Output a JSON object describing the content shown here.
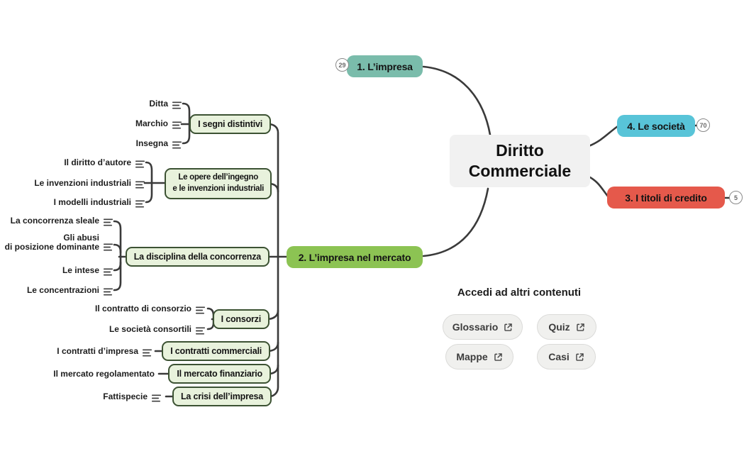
{
  "colors": {
    "node_impresa": "#7abcab",
    "node_mercato": "#8cc353",
    "node_titoli": "#e5594b",
    "node_societa": "#58c4d8",
    "branch_fill": "#e8f2dc",
    "branch_border": "#3c5233",
    "root_fill": "#f1f1f1",
    "connector": "#3a3a3a"
  },
  "root": {
    "label": "Diritto Commerciale"
  },
  "nodes": {
    "impresa": {
      "label": "1. L’impresa",
      "badge": "29"
    },
    "mercato": {
      "label": "2. L’impresa nel mercato"
    },
    "titoli": {
      "label": "3. I titoli di credito",
      "badge": "5"
    },
    "societa": {
      "label": "4. Le società",
      "badge": "70"
    }
  },
  "branches": [
    {
      "label": "I segni distintivi",
      "children": [
        {
          "label": "Ditta"
        },
        {
          "label": "Marchio"
        },
        {
          "label": "Insegna"
        }
      ]
    },
    {
      "label": "Le opere dell’ingegno\ne le invenzioni industriali",
      "children": [
        {
          "label": "Il diritto d’autore"
        },
        {
          "label": "Le invenzioni industriali"
        },
        {
          "label": "I modelli industriali"
        }
      ]
    },
    {
      "label": "La disciplina della concorrenza",
      "children": [
        {
          "label": "La concorrenza sleale"
        },
        {
          "label": "Gli abusi\ndi posizione dominante"
        },
        {
          "label": "Le intese"
        },
        {
          "label": "Le concentrazioni"
        }
      ]
    },
    {
      "label": "I consorzi",
      "children": [
        {
          "label": "Il contratto di consorzio"
        },
        {
          "label": "Le società consortili"
        }
      ]
    },
    {
      "label": "I contratti commerciali",
      "children": [
        {
          "label": "I contratti d’impresa"
        }
      ]
    },
    {
      "label": "Il mercato finanziario",
      "children": [
        {
          "label": "Il mercato regolamentato"
        }
      ]
    },
    {
      "label": "La crisi dell’impresa",
      "children": [
        {
          "label": "Fattispecie"
        }
      ]
    }
  ],
  "footer": {
    "heading": "Accedi ad altri contenuti",
    "buttons": [
      {
        "label": "Glossario"
      },
      {
        "label": "Quiz"
      },
      {
        "label": "Mappe"
      },
      {
        "label": "Casi"
      }
    ]
  }
}
